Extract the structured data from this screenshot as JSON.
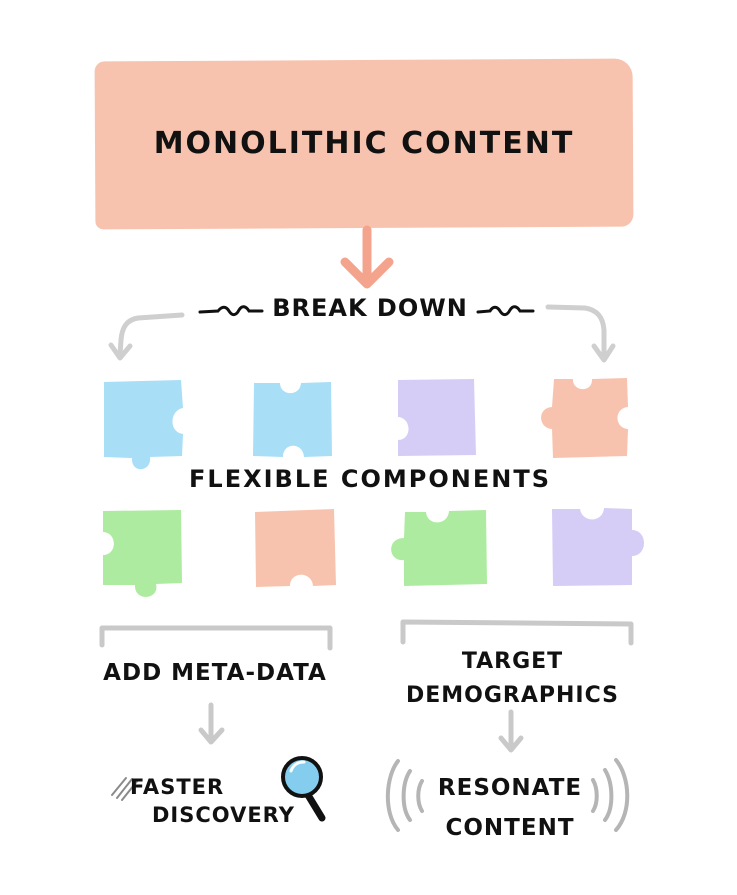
{
  "diagram": {
    "title": "Monolithic Content",
    "step_label": "Break Down",
    "components_label": "Flexible Components",
    "left_branch": {
      "label": "Add Meta-Data",
      "result_line1": "Faster",
      "result_line2": "Discovery"
    },
    "right_branch": {
      "label_line1": "Target",
      "label_line2": "Demographics",
      "result_line1": "Resonate",
      "result_line2": "Content"
    }
  },
  "colors": {
    "salmon": "#f8c3ae",
    "salmon_arrow": "#f4a48d",
    "blue": "#a9def7",
    "purple": "#d6cdf6",
    "green": "#adeba1",
    "gray": "#c9c9c9",
    "ink": "#111111",
    "magnifier_lens": "#84cdee"
  },
  "icons": [
    "puzzle-piece-icon",
    "magnifying-glass-icon",
    "down-arrow-icon",
    "signal-waves-icon"
  ]
}
